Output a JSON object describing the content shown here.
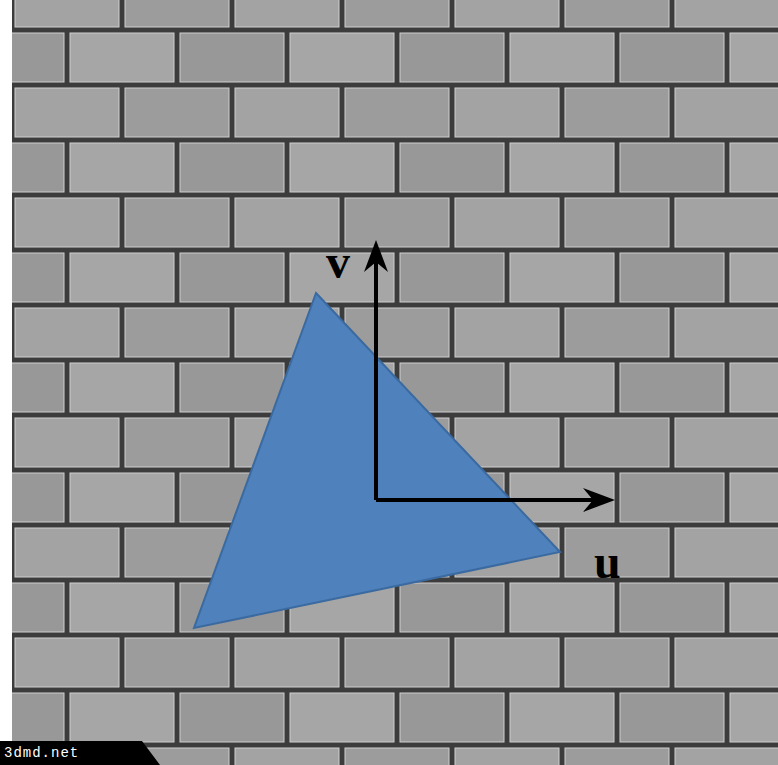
{
  "diagram": {
    "labels": [
      "v",
      "u",
      "3dmd.net"
    ]
  }
}
